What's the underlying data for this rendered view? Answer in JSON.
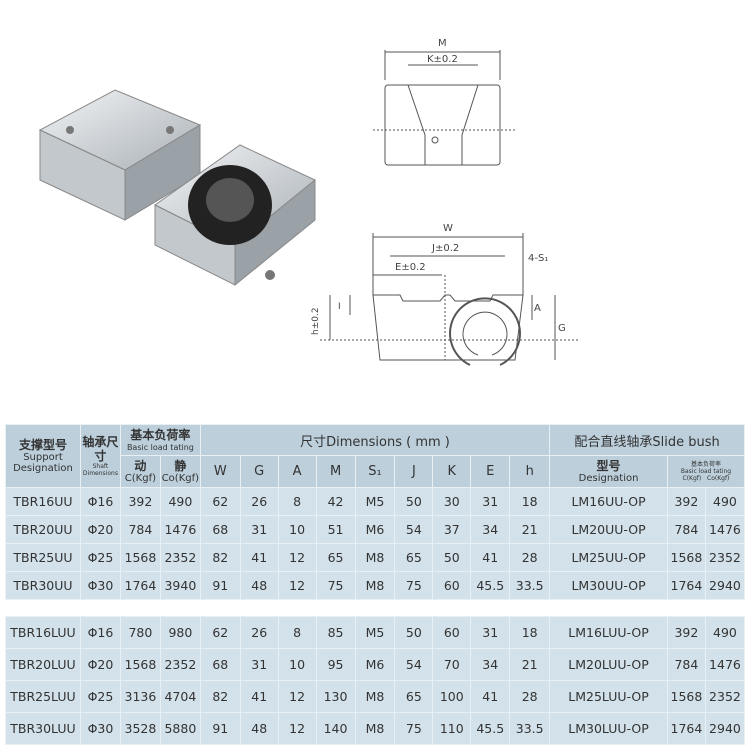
{
  "drawing_top": {
    "M": "M",
    "K": "K±0.2"
  },
  "drawing_bottom": {
    "W": "W",
    "J": "J±0.2",
    "E": "E±0.2",
    "S1": "4-S₁",
    "h": "h±0.2",
    "I": "I",
    "A": "A",
    "G": "G"
  },
  "table": {
    "h_support_cn": "支撑型号",
    "h_support_en": "Support Designation",
    "h_shaft_cn": "轴承尺寸",
    "h_shaft_en": "Shaft Dimensions",
    "h_load_cn": "基本负荷率",
    "h_load_en": "Basic load tating",
    "h_dyn_cn": "动",
    "h_dyn_en": "C(Kgf)",
    "h_sta_cn": "静",
    "h_sta_en": "Co(Kgf)",
    "h_dims": "尺寸Dimensions ( mm )",
    "dim_cols": [
      "W",
      "G",
      "A",
      "M",
      "S₁",
      "J",
      "K",
      "E",
      "h"
    ],
    "h_bush": "配合直线轴承Slide bush",
    "h_type_cn": "型号",
    "h_type_en": "Designation",
    "rows_uu": [
      [
        "TBR16UU",
        "Φ16",
        "392",
        "490",
        "62",
        "26",
        "8",
        "42",
        "M5",
        "50",
        "30",
        "31",
        "18",
        "LM16UU-OP",
        "392",
        "490"
      ],
      [
        "TBR20UU",
        "Φ20",
        "784",
        "1476",
        "68",
        "31",
        "10",
        "51",
        "M6",
        "54",
        "37",
        "34",
        "21",
        "LM20UU-OP",
        "784",
        "1476"
      ],
      [
        "TBR25UU",
        "Φ25",
        "1568",
        "2352",
        "82",
        "41",
        "12",
        "65",
        "M8",
        "65",
        "50",
        "41",
        "28",
        "LM25UU-OP",
        "1568",
        "2352"
      ],
      [
        "TBR30UU",
        "Φ30",
        "1764",
        "3940",
        "91",
        "48",
        "12",
        "75",
        "M8",
        "75",
        "60",
        "45.5",
        "33.5",
        "LM30UU-OP",
        "1764",
        "2940"
      ]
    ],
    "rows_luu": [
      [
        "TBR16LUU",
        "Φ16",
        "780",
        "980",
        "62",
        "26",
        "8",
        "85",
        "M5",
        "50",
        "60",
        "31",
        "18",
        "LM16LUU-OP",
        "392",
        "490"
      ],
      [
        "TBR20LUU",
        "Φ20",
        "1568",
        "2352",
        "68",
        "31",
        "10",
        "95",
        "M6",
        "54",
        "70",
        "34",
        "21",
        "LM20LUU-OP",
        "784",
        "1476"
      ],
      [
        "TBR25LUU",
        "Φ25",
        "3136",
        "4704",
        "82",
        "41",
        "12",
        "130",
        "M8",
        "65",
        "100",
        "41",
        "28",
        "LM25LUU-OP",
        "1568",
        "2352"
      ],
      [
        "TBR30LUU",
        "Φ30",
        "3528",
        "5880",
        "91",
        "48",
        "12",
        "140",
        "M8",
        "75",
        "110",
        "45.5",
        "33.5",
        "LM30LUU-OP",
        "1764",
        "2940"
      ]
    ]
  },
  "colors": {
    "header": "#bccfdb",
    "row": "#d3e2ea"
  }
}
